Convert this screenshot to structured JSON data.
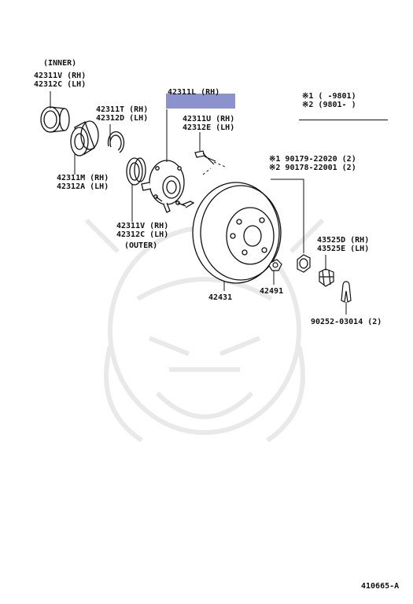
{
  "labels": {
    "inner_heading": "(INNER)",
    "inner_rh": "42311V (RH)",
    "inner_lh": "42312C (LH)",
    "retainer_rh": "42311T (RH)",
    "retainer_lh": "42312D (LH)",
    "hub_rh_partial": "42311L (RH)",
    "bolt_rh": "42311U (RH)",
    "bolt_lh": "42312E (LH)",
    "bearing_rh": "42311M (RH)",
    "bearing_lh": "42312A (LH)",
    "outer_rh": "42311V (RH)",
    "outer_lh": "42312C (LH)",
    "outer_heading": "(OUTER)",
    "disc": "42431",
    "nut_small": "42491",
    "stud1": "※1  90179-22020 (2)",
    "stud2": "※2  90178-22001 (2)",
    "cap_rh": "43525D (RH)",
    "cap_lh": "43525E (LH)",
    "cotter": "90252-03014 (2)",
    "footer_code": "410665-A"
  },
  "legend": {
    "row1": "※1  (      -9801)",
    "row2": "※2  (9801-      )"
  },
  "colors": {
    "highlight": "#7f86c9",
    "ink": "#111111",
    "watermark": "#e6e6e6"
  }
}
